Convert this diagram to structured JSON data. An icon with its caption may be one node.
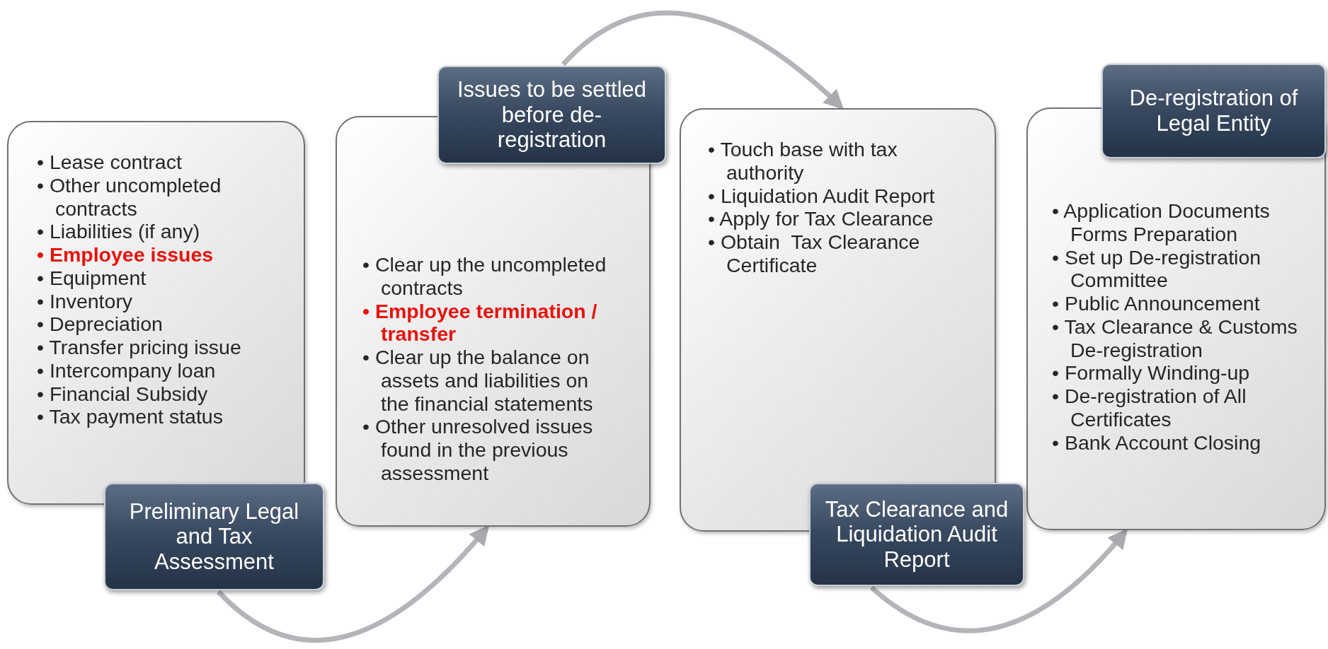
{
  "diagram": {
    "nodes": [
      {
        "text": [
          "• Lease contract",
          "• Other uncompleted contracts",
          "• Liabilities (if any)",
          "• **Employee issues**",
          "• Equipment",
          "• Inventory",
          "• Depreciation",
          "• Transfer pricing issue",
          "• Intercompany loan",
          "• Financial Subsidy",
          "• Tax payment status"
        ]
      },
      {
        "text": [
          "Preliminary Legal and Tax Assessment"
        ]
      },
      {
        "text": [
          "• Clear up the uncompleted contracts",
          "• **Employee termination / transfer**",
          "• Clear up the balance on assets and liabilities on the financial statements",
          "• Other unresolved issues found in the previous assessment"
        ]
      },
      {
        "text": [
          "Issues to be settled before de-registration"
        ]
      },
      {
        "text": [
          "• Touch base with tax authority",
          "• Liquidation Audit Report",
          "• Apply for Tax Clearance",
          "• Obtain  Tax Clearance Certificate"
        ]
      },
      {
        "text": [
          "Tax Clearance and Liquidation Audit Report"
        ]
      },
      {
        "text": [
          "• Application Documents Forms Preparation",
          "• Set up De-registration Committee",
          "• Public Announcement",
          "• Tax Clearance & Customs De-registration",
          "• Formally Winding-up",
          "• De-registration of All Certificates",
          "• Bank Account Closing"
        ]
      },
      {
        "text": [
          "De-registration of Legal Entity"
        ]
      }
    ],
    "edges": [
      {
        "from": 1,
        "to": 2,
        "arrow": "to"
      },
      {
        "from": 3,
        "to": 4,
        "arrow": "to"
      },
      {
        "from": 5,
        "to": 6,
        "arrow": "to"
      }
    ]
  }
}
